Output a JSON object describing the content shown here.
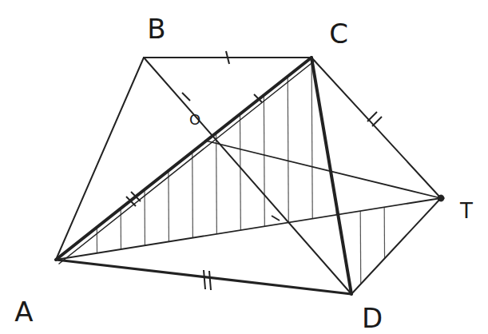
{
  "diagram": {
    "labels": [
      "B",
      "C",
      "A",
      "D",
      "T",
      "O"
    ]
  }
}
